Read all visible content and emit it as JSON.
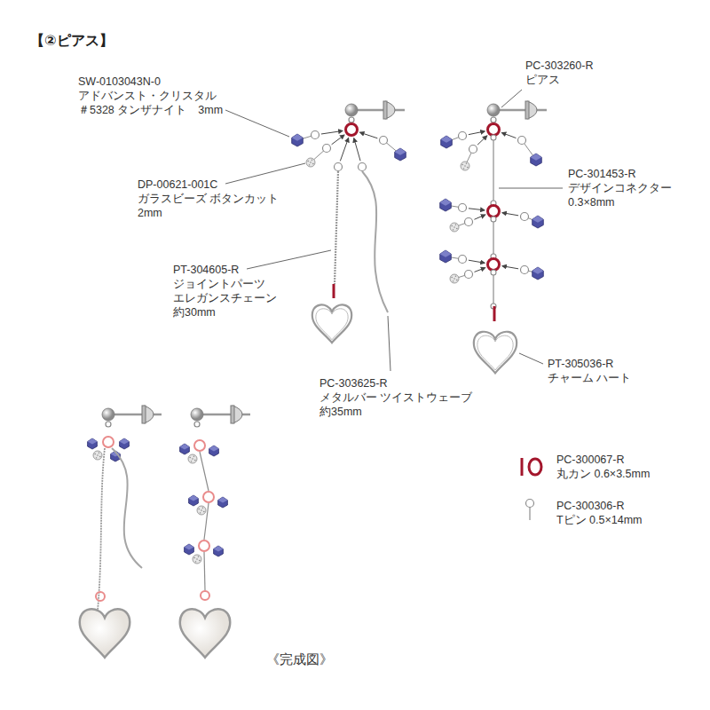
{
  "diagram": {
    "title": "【②ピアス】",
    "caption": "《完成図》",
    "labels": [
      "SW-0103043N-0 アドバンスト・クリスタル ＃5328 タンザナイト　3mm",
      "DP-00621-001C ガラスビーズ ボタンカット 2mm",
      "PT-304605-R ジョイントパーツ エレガンスチェーン 約30mm",
      "PC-303625-R メタルバー ツイストウェーブ 約35mm",
      "PC-303260-R ピアス",
      "PC-301453-R デザインコネクター 0.3×8mm",
      "PT-305036-R チャーム ハート"
    ],
    "legend": [
      {
        "text": "PC-300067-R 丸カン 0.6×3.5mm"
      },
      {
        "text": "PC-300306-R Tピン 0.5×14mm"
      }
    ]
  }
}
